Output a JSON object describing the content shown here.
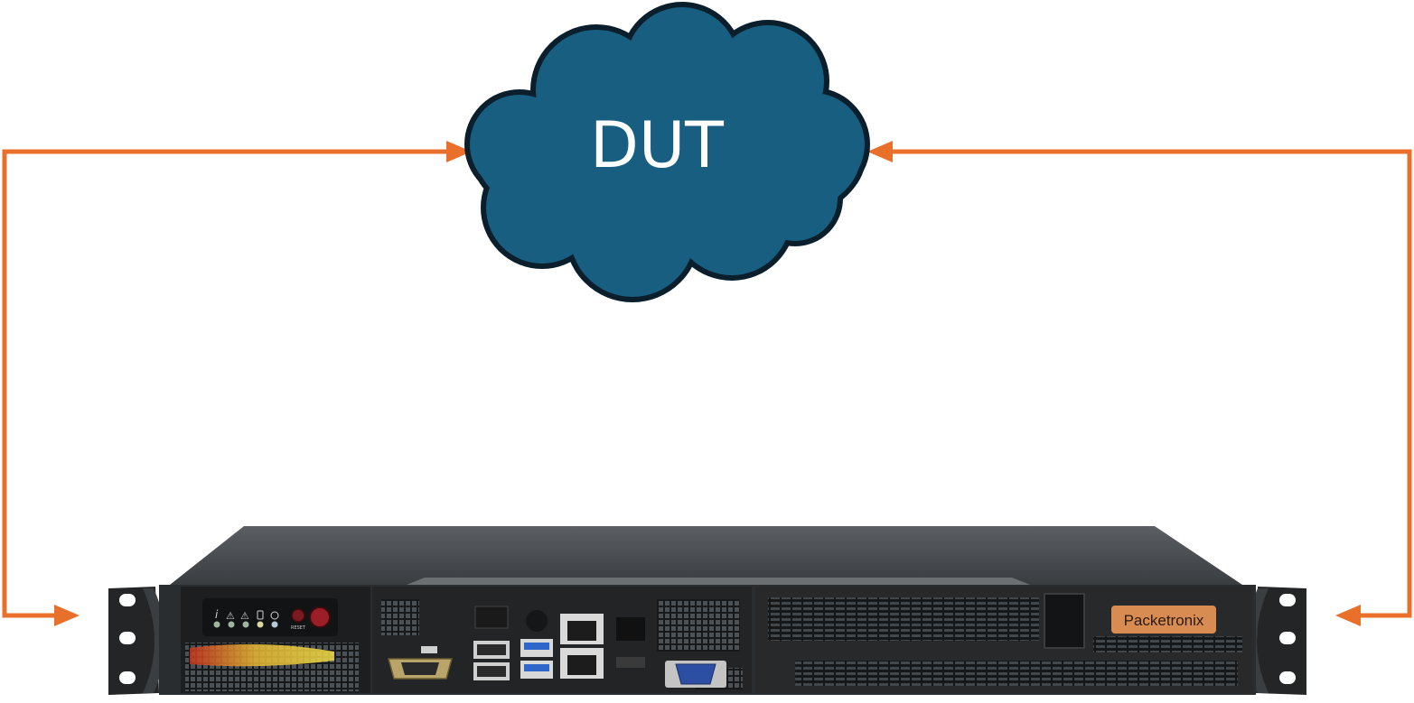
{
  "cloud": {
    "label": "DUT",
    "fill": "#175e80",
    "stroke": "#0b1e2b"
  },
  "connectors": {
    "color": "#e8702a",
    "links": [
      {
        "name": "left-link",
        "from": "server-left-port",
        "to": "dut-left"
      },
      {
        "name": "right-link",
        "from": "dut-right",
        "to": "server-right-port"
      }
    ]
  },
  "server": {
    "brand_label": "Packetronix",
    "brand_color": "#d98c52",
    "reset_label": "RESET",
    "chassis_color": "#2b2e31",
    "panel_color": "#1b1d1f",
    "icons": [
      "info-icon",
      "network-alert-icon",
      "warning-icon",
      "drive-icon",
      "power-icon",
      "reset-button",
      "power-button",
      "usb-ports",
      "ethernet-ports",
      "vga-port",
      "serial-port",
      "sfp-ports",
      "vent-grilles"
    ]
  }
}
